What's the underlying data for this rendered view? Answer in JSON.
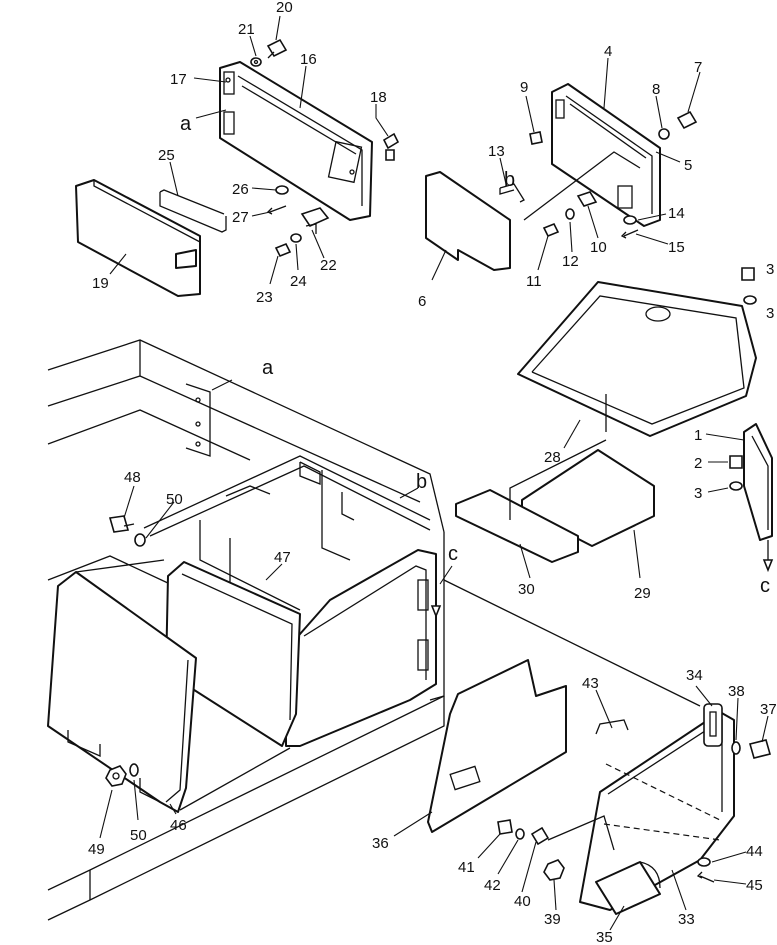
{
  "callouts": [
    {
      "id": "c20",
      "text": "20"
    },
    {
      "id": "c21",
      "text": "21"
    },
    {
      "id": "c16",
      "text": "16"
    },
    {
      "id": "c17",
      "text": "17"
    },
    {
      "id": "c18",
      "text": "18"
    },
    {
      "id": "ca1",
      "text": "a"
    },
    {
      "id": "c25",
      "text": "25"
    },
    {
      "id": "c26",
      "text": "26"
    },
    {
      "id": "c27",
      "text": "27"
    },
    {
      "id": "c19",
      "text": "19"
    },
    {
      "id": "c23",
      "text": "23"
    },
    {
      "id": "c24",
      "text": "24"
    },
    {
      "id": "c22",
      "text": "22"
    },
    {
      "id": "c9",
      "text": "9"
    },
    {
      "id": "c4",
      "text": "4"
    },
    {
      "id": "c8",
      "text": "8"
    },
    {
      "id": "c7",
      "text": "7"
    },
    {
      "id": "c13",
      "text": "13"
    },
    {
      "id": "c5",
      "text": "5"
    },
    {
      "id": "cb1",
      "text": "b"
    },
    {
      "id": "c14",
      "text": "14"
    },
    {
      "id": "c15",
      "text": "15"
    },
    {
      "id": "c11",
      "text": "11"
    },
    {
      "id": "c12",
      "text": "12"
    },
    {
      "id": "c10",
      "text": "10"
    },
    {
      "id": "c6",
      "text": "6"
    },
    {
      "id": "c3a",
      "text": "3"
    },
    {
      "id": "c3b",
      "text": "3"
    },
    {
      "id": "c28",
      "text": "28"
    },
    {
      "id": "c1",
      "text": "1"
    },
    {
      "id": "c2",
      "text": "2"
    },
    {
      "id": "c3c",
      "text": "3"
    },
    {
      "id": "c30",
      "text": "30"
    },
    {
      "id": "c29",
      "text": "29"
    },
    {
      "id": "cc1",
      "text": "c"
    },
    {
      "id": "ca2",
      "text": "a"
    },
    {
      "id": "c48",
      "text": "48"
    },
    {
      "id": "c50a",
      "text": "50"
    },
    {
      "id": "cb2",
      "text": "b"
    },
    {
      "id": "c47",
      "text": "47"
    },
    {
      "id": "cc2",
      "text": "c"
    },
    {
      "id": "c49",
      "text": "49"
    },
    {
      "id": "c50b",
      "text": "50"
    },
    {
      "id": "c46",
      "text": "46"
    },
    {
      "id": "c36",
      "text": "36"
    },
    {
      "id": "c43",
      "text": "43"
    },
    {
      "id": "c34",
      "text": "34"
    },
    {
      "id": "c38",
      "text": "38"
    },
    {
      "id": "c37",
      "text": "37"
    },
    {
      "id": "c41",
      "text": "41"
    },
    {
      "id": "c42",
      "text": "42"
    },
    {
      "id": "c40",
      "text": "40"
    },
    {
      "id": "c39",
      "text": "39"
    },
    {
      "id": "c44",
      "text": "44"
    },
    {
      "id": "c45",
      "text": "45"
    },
    {
      "id": "c33",
      "text": "33"
    },
    {
      "id": "c35",
      "text": "35"
    }
  ]
}
